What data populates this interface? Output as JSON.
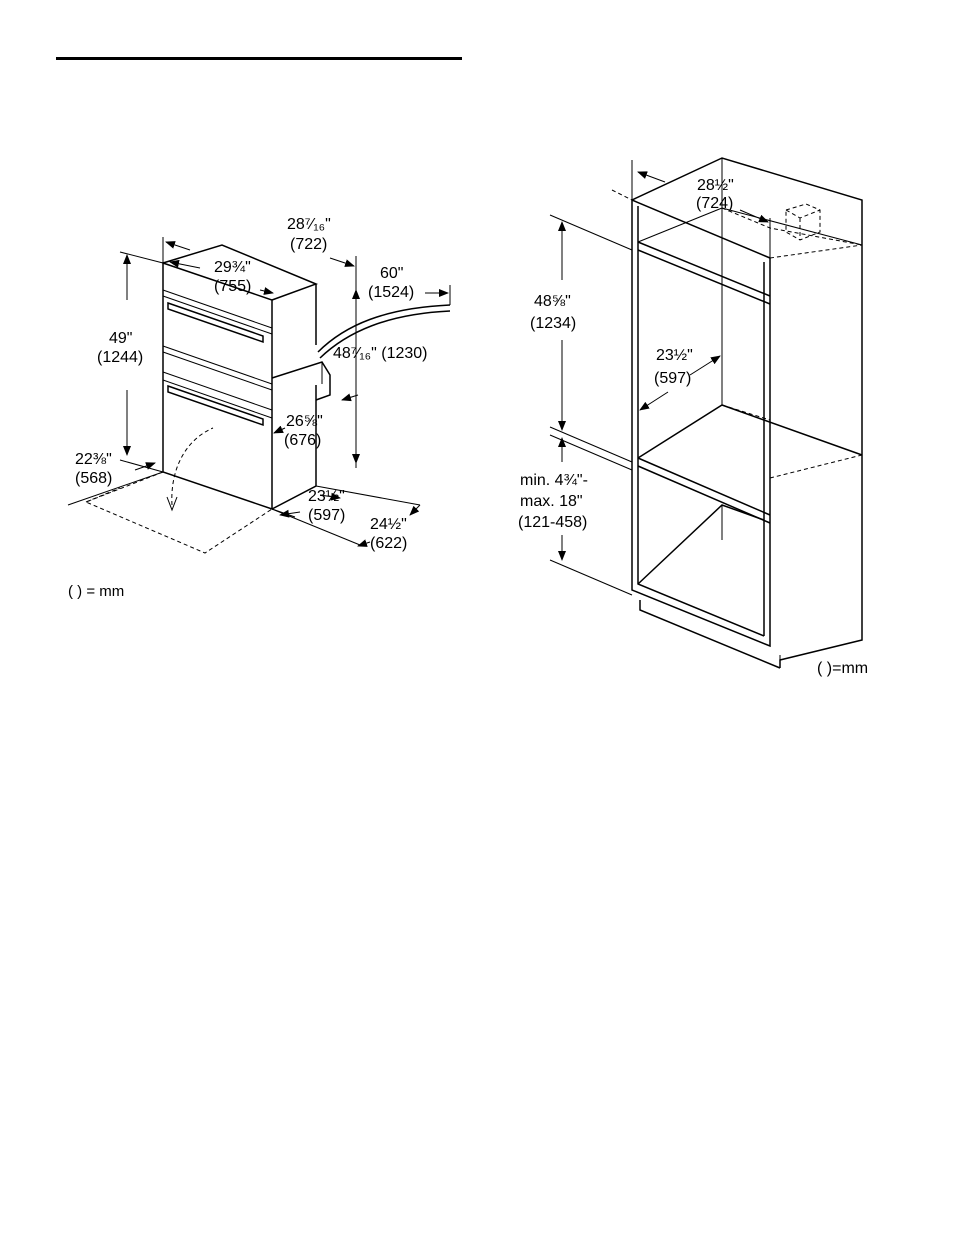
{
  "oven": {
    "width_in": "28⁷⁄₁₆\"",
    "width_mm": "(722)",
    "front_width_in": "29¾\"",
    "front_width_mm": "(755)",
    "height_in": "49\"",
    "height_mm": "(1244)",
    "cord_in": "60\"",
    "cord_mm": "(1524)",
    "body_height_label": "48⁷⁄₁₆\" (1230)",
    "depth_body_in": "26⅝\"",
    "depth_body_mm": "(676)",
    "door_in": "22⅜\"",
    "door_mm": "(568)",
    "depth_front_in": "23½\"",
    "depth_front_mm": "(597)",
    "depth_total_in": "24½\"",
    "depth_total_mm": "(622)",
    "units_note": "( ) = mm"
  },
  "cabinet": {
    "width_in": "28½\"",
    "width_mm": "(724)",
    "cutout_height_in": "48⅝\"",
    "cutout_height_mm": "(1234)",
    "cutout_depth_in": "23½\"",
    "cutout_depth_mm": "(597)",
    "base_line1": "min. 4¾\"-",
    "base_line2": "max. 18\"",
    "base_mm": "(121-458)",
    "units_note": "( )=mm"
  }
}
